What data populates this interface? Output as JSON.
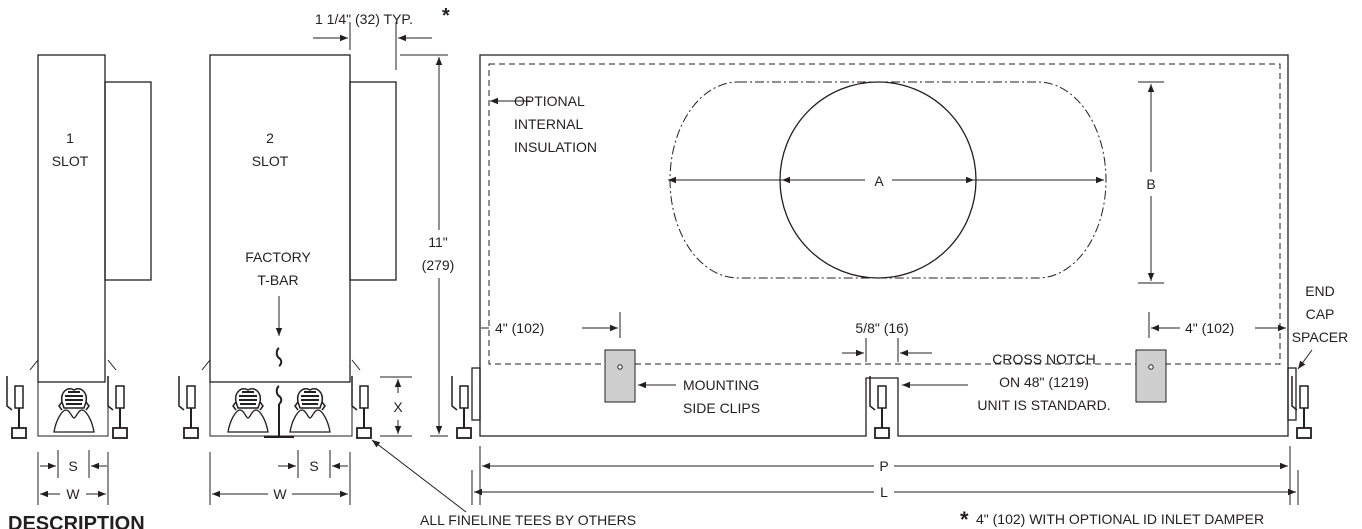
{
  "labels": {
    "typ_dim": "1 1/4\" (32) TYP.",
    "star": "*",
    "slot1_num": "1",
    "slot1_word": "SLOT",
    "slot2_num": "2",
    "slot2_word": "SLOT",
    "factory_1": "FACTORY",
    "factory_2": "T-BAR",
    "height_in": "11\"",
    "height_mm": "(279)",
    "opt_1": "OPTIONAL",
    "opt_2": "INTERNAL",
    "opt_3": "INSULATION",
    "dim_a": "A",
    "dim_b": "B",
    "end_1": "END",
    "end_2": "CAP",
    "end_3": "SPACER",
    "left_offset": "4\" (102)",
    "notch_dim": "5/8\" (16)",
    "right_offset": "4\" (102)",
    "cross_1": "CROSS NOTCH",
    "cross_2": "ON 48\" (1219)",
    "cross_3": "UNIT IS STANDARD.",
    "mount_1": "MOUNTING",
    "mount_2": "SIDE CLIPS",
    "dim_x": "X",
    "dim_s1": "S",
    "dim_s2": "S",
    "dim_w1": "W",
    "dim_w2": "W",
    "dim_p": "P",
    "dim_l": "L",
    "tees_note": "ALL FINELINE TEES BY OTHERS",
    "damper_star": "*",
    "damper_note": "4\" (102) WITH OPTIONAL ID INLET DAMPER",
    "section_title": "DESCRIPTION"
  }
}
